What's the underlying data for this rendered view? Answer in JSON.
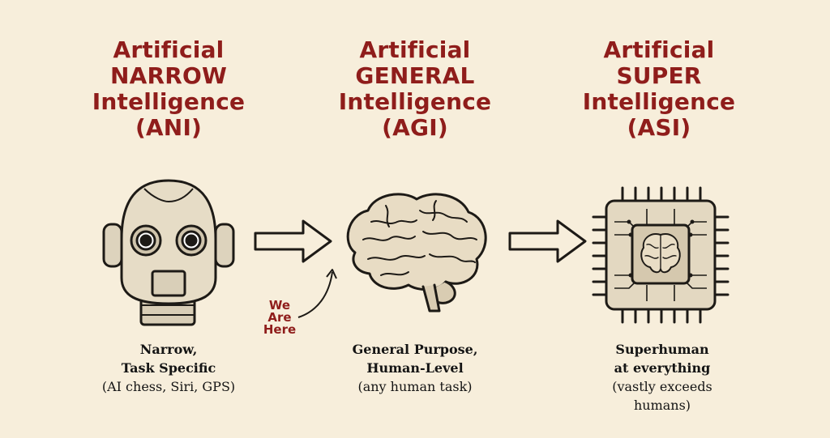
{
  "stages": [
    {
      "title_lines": [
        "Artificial",
        "NARROW",
        "Intelligence",
        "(ANI)"
      ],
      "desc_bold": [
        "Narrow,",
        "Task Specific"
      ],
      "desc_normal": [
        "(AI chess, Siri, GPS)"
      ],
      "icon": "robot-head-icon"
    },
    {
      "title_lines": [
        "Artificial",
        "GENERAL",
        "Intelligence",
        "(AGI)"
      ],
      "desc_bold": [
        "General Purpose,",
        "Human-Level"
      ],
      "desc_normal": [
        "(any human task)"
      ],
      "icon": "brain-icon"
    },
    {
      "title_lines": [
        "Artificial",
        "SUPER",
        "Intelligence",
        "(ASI)"
      ],
      "desc_bold": [
        "Superhuman",
        "at everything"
      ],
      "desc_normal": [
        "(vastly exceeds",
        "humans)"
      ],
      "icon": "brain-chip-icon"
    }
  ],
  "marker": {
    "lines": [
      "We",
      "Are",
      "Here"
    ]
  },
  "colors": {
    "title": "#8f1d1b",
    "background": "#f7eedb",
    "ink": "#141414"
  }
}
